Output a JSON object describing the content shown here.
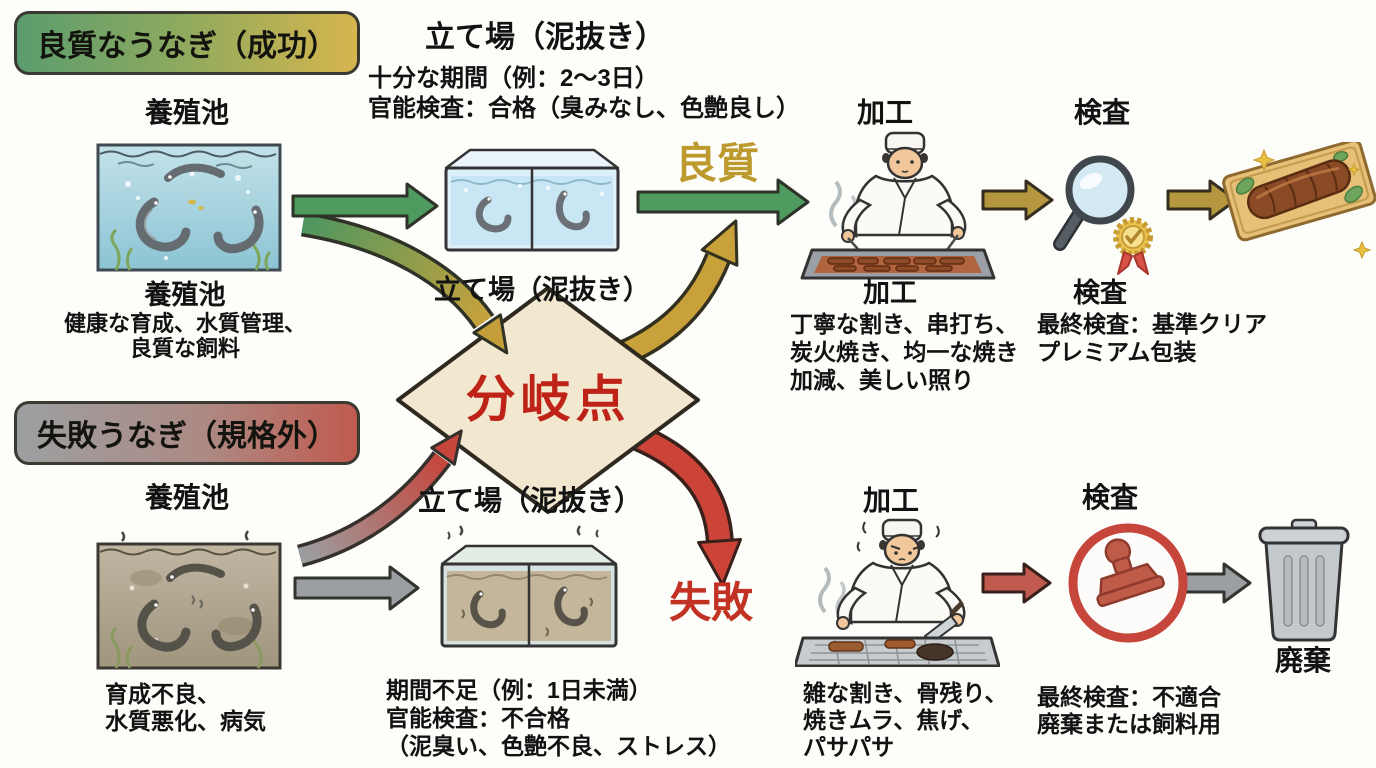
{
  "colors": {
    "success_green": "#4f9a5e",
    "gold": "#c6a23c",
    "failure_red": "#cc4437",
    "neutral_gray": "#9b9fa2",
    "decision_text_red": "#bf2318",
    "diamond_fill": "#f2e8cf",
    "quality_text_gold": "#bd9a2e",
    "success_badge_gradient": [
      "#5b9c6e",
      "#d6b54e"
    ],
    "failure_badge_gradient": [
      "#9c9fa1",
      "#c05a4e"
    ]
  },
  "decision": {
    "label": "分岐点"
  },
  "success": {
    "badge": "良質なうなぎ（成功）",
    "pond_title": "養殖池",
    "tateba_title": "立て場（泥抜き）",
    "tateba_line1": "十分な期間（例：2〜3日）",
    "tateba_line2": "官能検査：合格（臭みなし、色艶良し）",
    "quality_label": "良質",
    "kako_title": "加工",
    "kensa_title": "検査",
    "pond_caption_title": "養殖池",
    "pond_caption_line1": "健康な育成、水質管理、",
    "pond_caption_line2": "良質な飼料",
    "tateba_label": "立て場（泥抜き）",
    "kako_caption_title": "加工",
    "kako_line1": "丁寧な割き、串打ち、",
    "kako_line2": "炭火焼き、均一な焼き",
    "kako_line3": "加減、美しい照り",
    "kensa_caption_title": "検査",
    "kensa_line1": "最終検査：基準クリア",
    "kensa_line2": "プレミアム包装"
  },
  "failure": {
    "badge": "失敗うなぎ（規格外）",
    "pond_title": "養殖池",
    "tateba_title": "立て場（泥抜き）",
    "kako_title": "加工",
    "kensa_title": "検査",
    "failure_label": "失敗",
    "pond_line1": "育成不良、",
    "pond_line2": "水質悪化、病気",
    "tateba_line1": "期間不足（例：1日未満）",
    "tateba_line2": "官能検査：不合格",
    "tateba_line3": "（泥臭い、色艶不良、ストレス）",
    "kako_line1": "雑な割き、骨残り、",
    "kako_line2": "焼きムラ、焦げ、",
    "kako_line3": "パサパサ",
    "kensa_line1": "最終検査：不適合",
    "kensa_line2": "廃棄または飼料用",
    "disposal_label": "廃棄"
  },
  "icons": {
    "success_pond": "clean-pond-with-eels",
    "success_tank": "clear-holding-tank",
    "chef_grilling": "chef-grilling-eel",
    "magnifier_medal": "magnifying-glass-with-approval-medal",
    "premium_product": "grilled-eel-on-wooden-board",
    "failure_pond": "murky-pond-with-eels",
    "failure_tank": "murky-holding-tank",
    "chef_failing": "sweating-chef-burnt-eel",
    "reject_stamp": "red-reject-stamp",
    "trash_can": "trash-can"
  }
}
